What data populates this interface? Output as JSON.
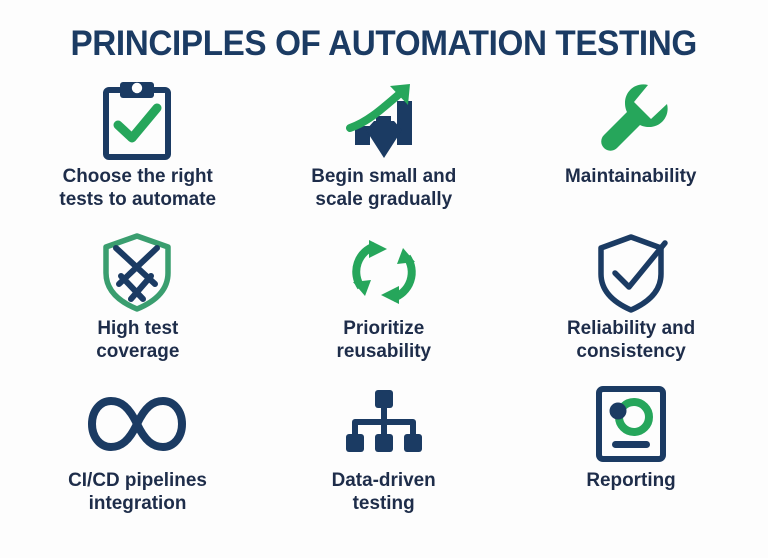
{
  "page": {
    "title": "PRINCIPLES OF AUTOMATION TESTING",
    "background_color": "#fdfdfd"
  },
  "colors": {
    "navy": "#1b3b63",
    "navy_text": "#1e2d4a",
    "green": "#26a65b",
    "green_shield": "#3a9e6f",
    "white": "#ffffff"
  },
  "principles": [
    {
      "icon": "clipboard-check-icon",
      "label": "Choose the right\ntests to automate",
      "accent": "#26a65b"
    },
    {
      "icon": "growth-chart-diamond-icon",
      "label": "Begin small and\nscale gradually",
      "accent": "#26a65b"
    },
    {
      "icon": "wrench-icon",
      "label": "Maintainability",
      "accent": "#26a65b"
    },
    {
      "icon": "shield-mesh-icon",
      "label": "High test\ncoverage",
      "accent": "#3a9e6f"
    },
    {
      "icon": "refresh-cycle-icon",
      "label": "Prioritize\nreusability",
      "accent": "#26a65b"
    },
    {
      "icon": "shield-check-icon",
      "label": "Reliability and\nconsistency",
      "accent": "#1b3b63"
    },
    {
      "icon": "infinity-icon",
      "label": "CI/CD pipelines\nintegration",
      "accent": "#1b3b63"
    },
    {
      "icon": "hierarchy-tree-icon",
      "label": "Data-driven\ntesting",
      "accent": "#1b3b63"
    },
    {
      "icon": "report-donut-chart-icon",
      "label": "Reporting",
      "accent": "#26a65b"
    }
  ]
}
